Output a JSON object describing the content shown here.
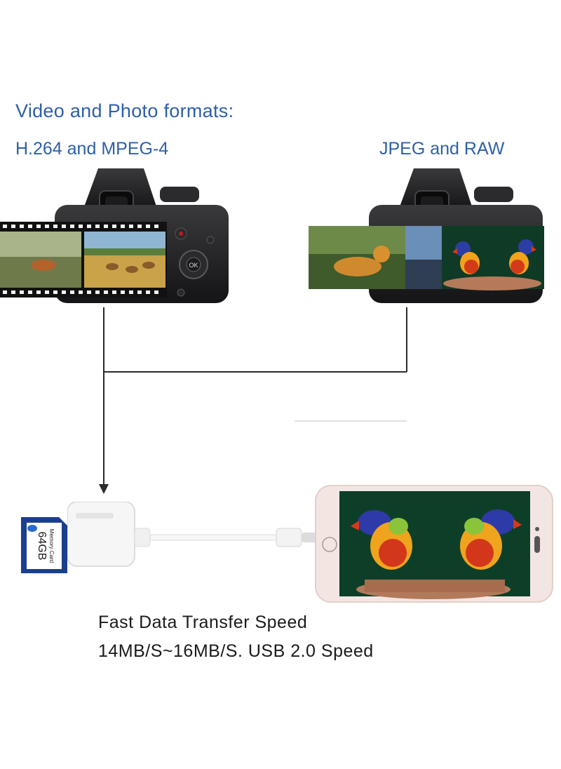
{
  "heading": "Video and Photo formats:",
  "formats": {
    "left": "H.264 and MPEG-4",
    "right": "JPEG and RAW"
  },
  "camera": {
    "ok_label": "OK"
  },
  "sd_card": {
    "capacity": "64GB",
    "label": "Memory Card"
  },
  "caption": {
    "line1": "Fast Data Transfer Speed",
    "line2": "14MB/S~16MB/S. USB 2.0 Speed"
  },
  "colors": {
    "heading_blue": "#2e5fa8",
    "camera_body": "#1e1e20",
    "sd_card_blue": "#1b3f8f",
    "connector_line": "#2a2a2a"
  }
}
